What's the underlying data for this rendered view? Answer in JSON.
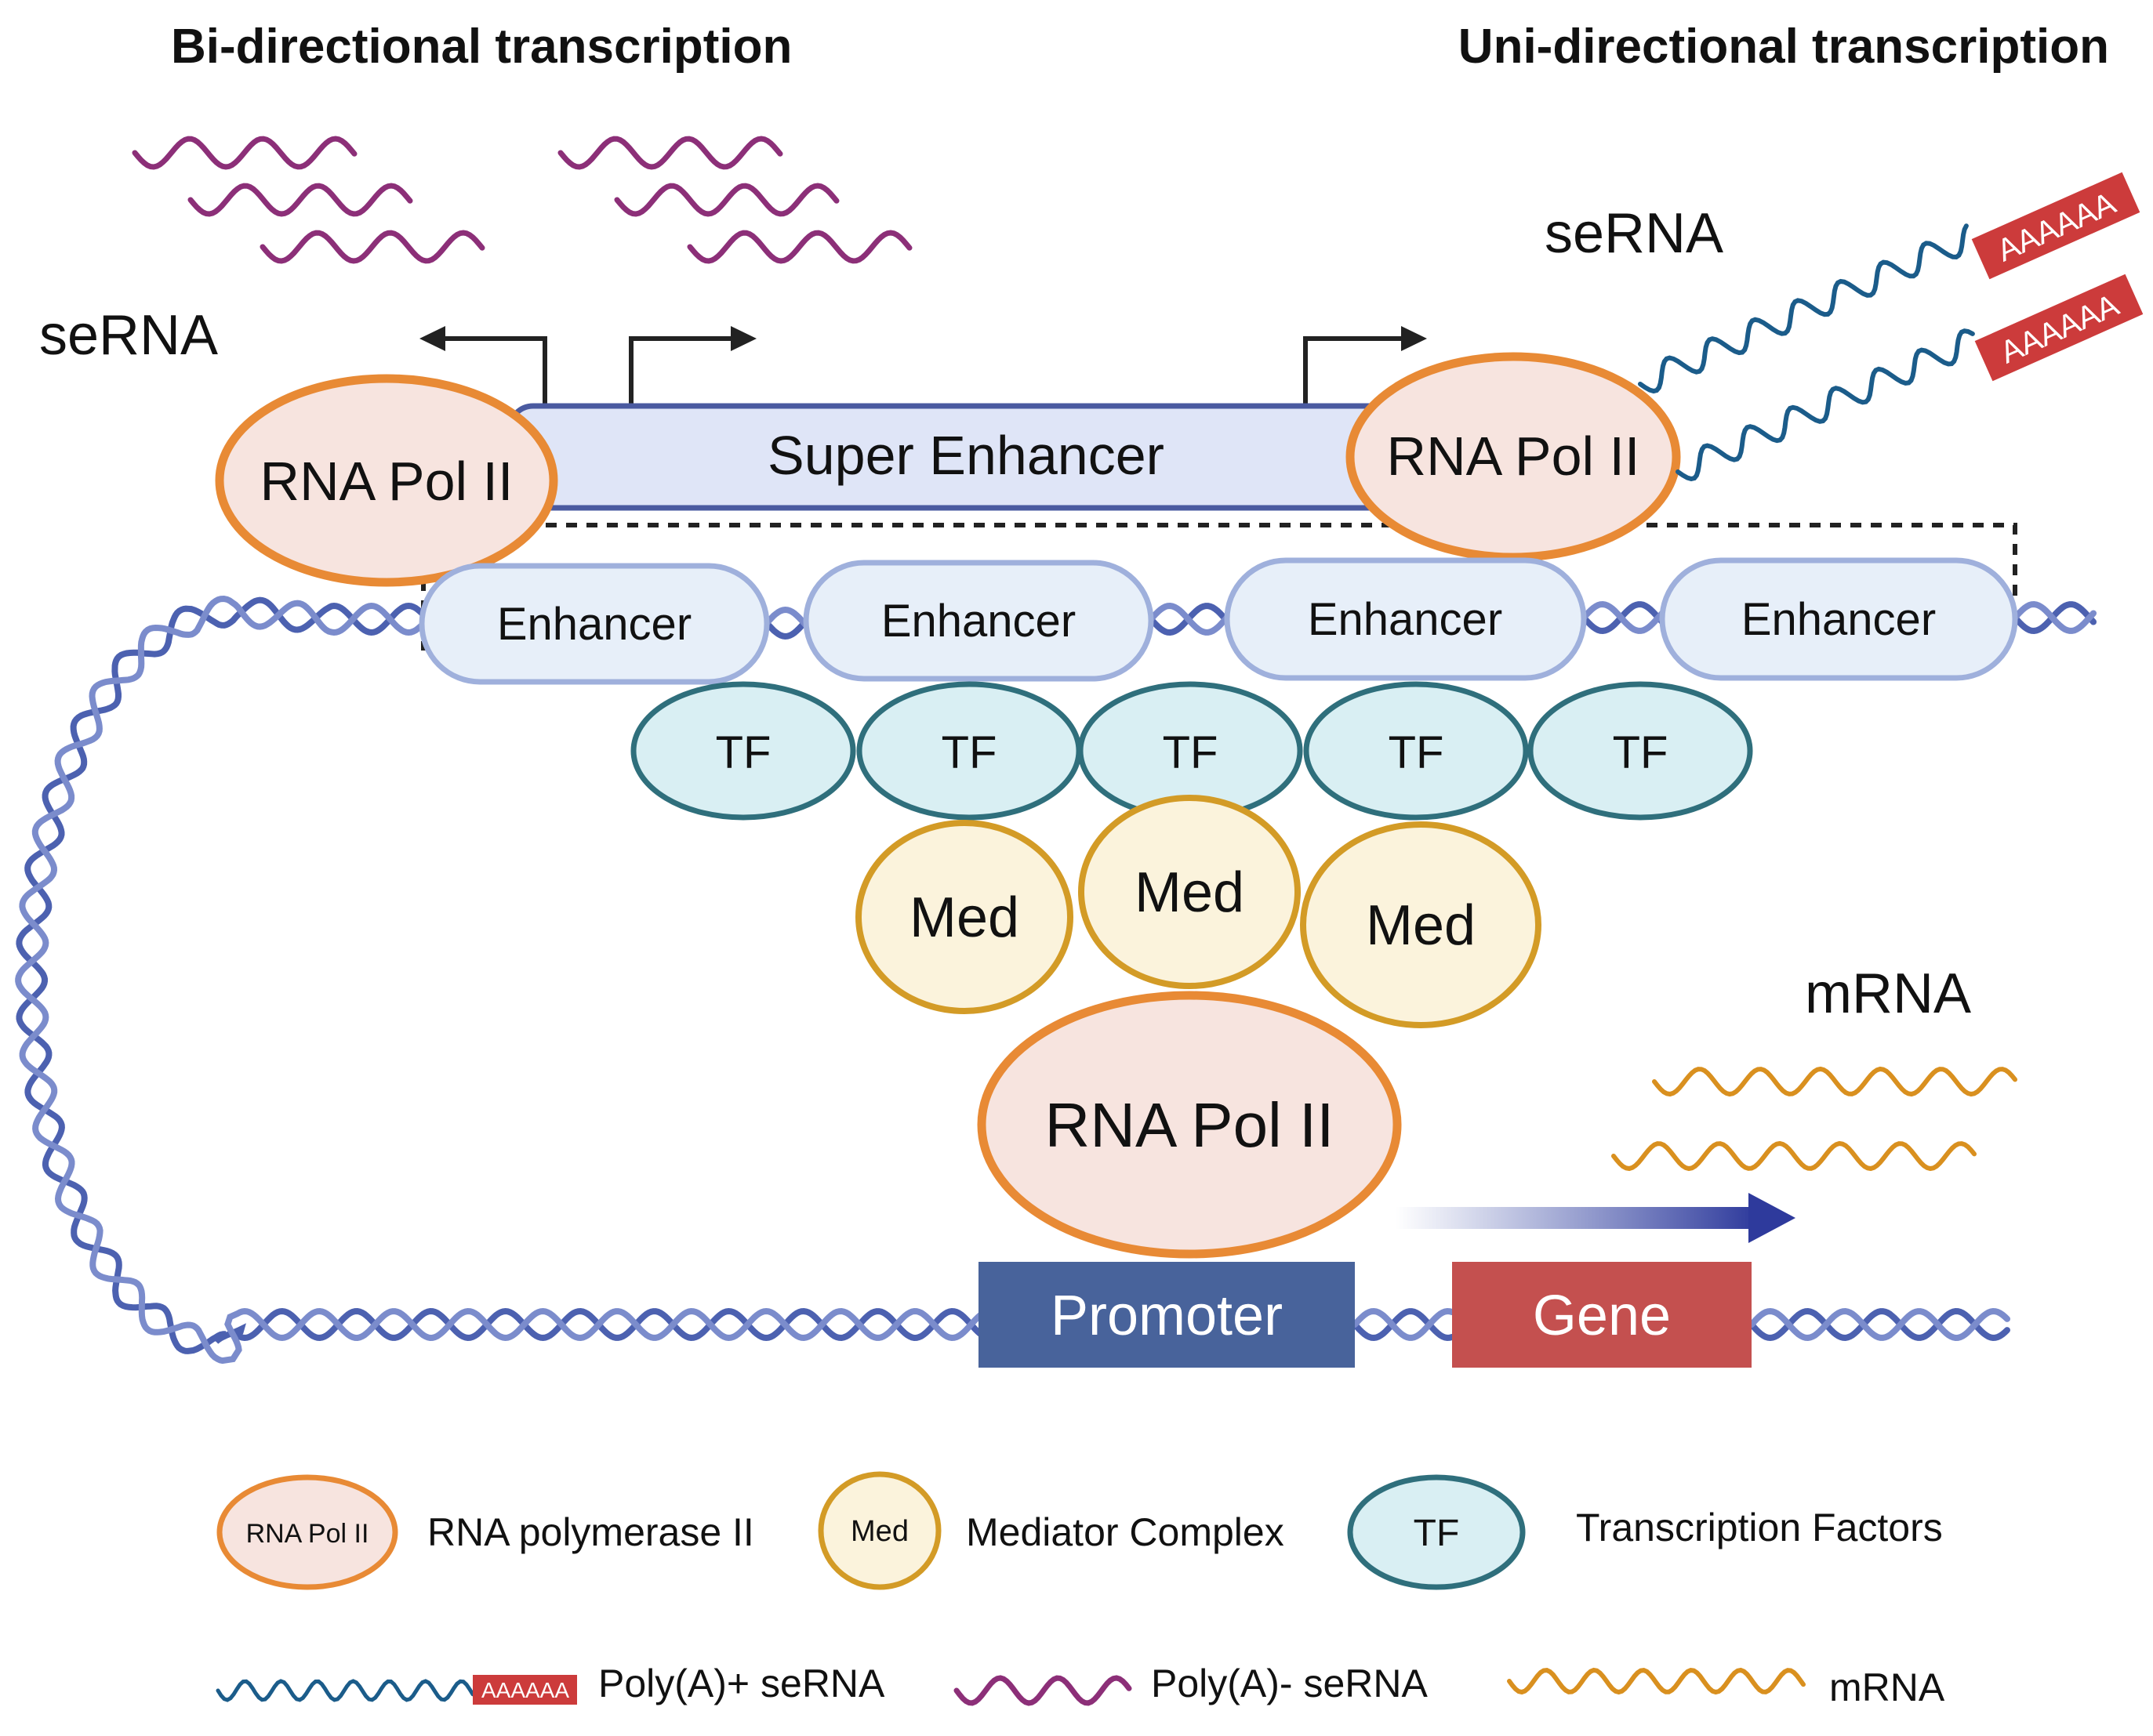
{
  "titles": {
    "left": "Bi-directional transcription",
    "right": "Uni-directional transcription"
  },
  "labels": {
    "serna_left": "seRNA",
    "serna_right": "seRNA",
    "mrna": "mRNA",
    "super_enhancer": "Super Enhancer",
    "rnapol": "RNA Pol II",
    "enhancer": "Enhancer",
    "tf": "TF",
    "med": "Med",
    "promoter": "Promoter",
    "gene": "Gene",
    "polya": "AAAAAA"
  },
  "legend": {
    "rnapol_icon": "RNA Pol II",
    "rnapol": "RNA polymerase II",
    "med_icon": "Med",
    "med": "Mediator Complex",
    "tf_icon": "TF",
    "tf": "Transcription Factors",
    "polya_icon": "AAAAAA",
    "polya_plus": "Poly(A)+ seRNA",
    "polya_minus": "Poly(A)- seRNA",
    "mrna": "mRNA"
  },
  "colors": {
    "dna": "#5b6fb8",
    "rnapol_fill": "#f7e4df",
    "rnapol_stroke": "#e88a35",
    "enhancer_fill": "#e7eff9",
    "enhancer_stroke": "#9fb0dc",
    "super_fill": "#dfe5f7",
    "super_stroke": "#4a5aa0",
    "tf_fill": "#d9eff3",
    "tf_stroke": "#2f6f7c",
    "med_fill": "#fbf3dc",
    "med_stroke": "#d39b26",
    "promoter": "#48639b",
    "gene": "#c4504f",
    "polya": "#cc3b3b",
    "serna_minus": "#8c2f78",
    "serna_plus": "#1b5c8a",
    "mrna": "#d9901f"
  }
}
